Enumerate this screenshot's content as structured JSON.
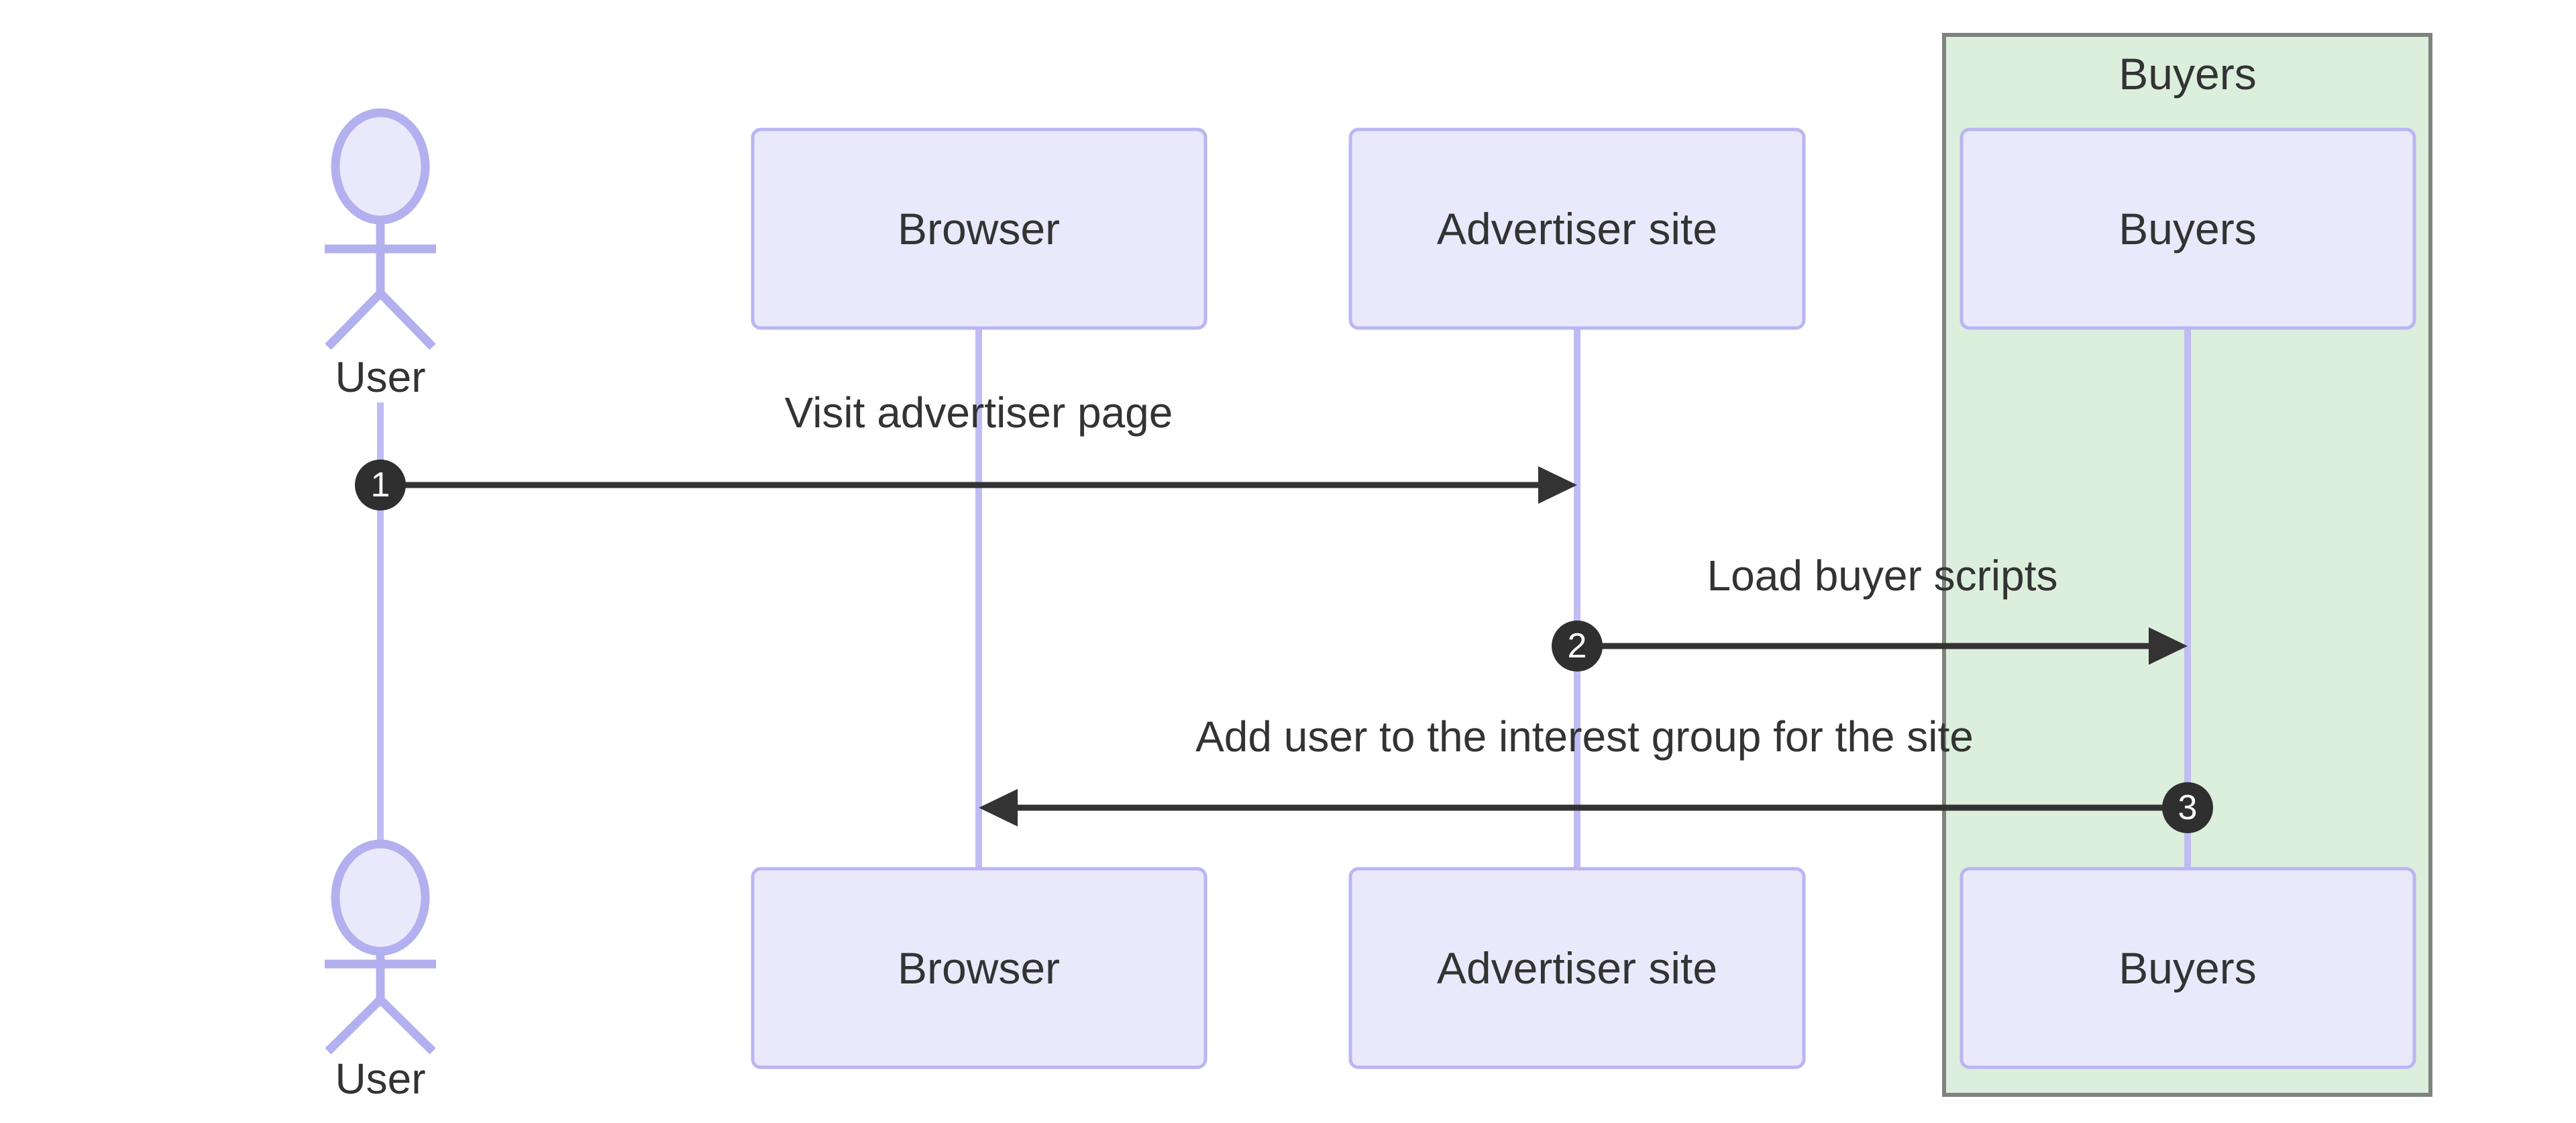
{
  "diagram_type": "sequence-diagram",
  "actor": {
    "label": "User"
  },
  "participants": [
    {
      "label": "Browser"
    },
    {
      "label": "Advertiser site"
    },
    {
      "label": "Buyers"
    }
  ],
  "group": {
    "label": "Buyers"
  },
  "messages": [
    {
      "seq": "1",
      "label": "Visit advertiser page",
      "from": "User",
      "to": "Advertiser site"
    },
    {
      "seq": "2",
      "label": "Load buyer scripts",
      "from": "Advertiser site",
      "to": "Buyers"
    },
    {
      "seq": "3",
      "label": "Add user to the interest group for the site",
      "from": "Buyers",
      "to": "Browser"
    }
  ],
  "colors": {
    "background": "#FFFFFF",
    "participant_fill": "#EAE9FB",
    "participant_border": "#B9B6F3",
    "lifeline": "#BFBCF4",
    "actor_stroke": "#B3B0EF",
    "group_fill": "#DCEEDC",
    "group_border": "#7E837E",
    "message_line": "#333333",
    "text": "#333333",
    "sequence_number_fill": "#2F2F2F",
    "sequence_number_text": "#FFFFFF"
  }
}
